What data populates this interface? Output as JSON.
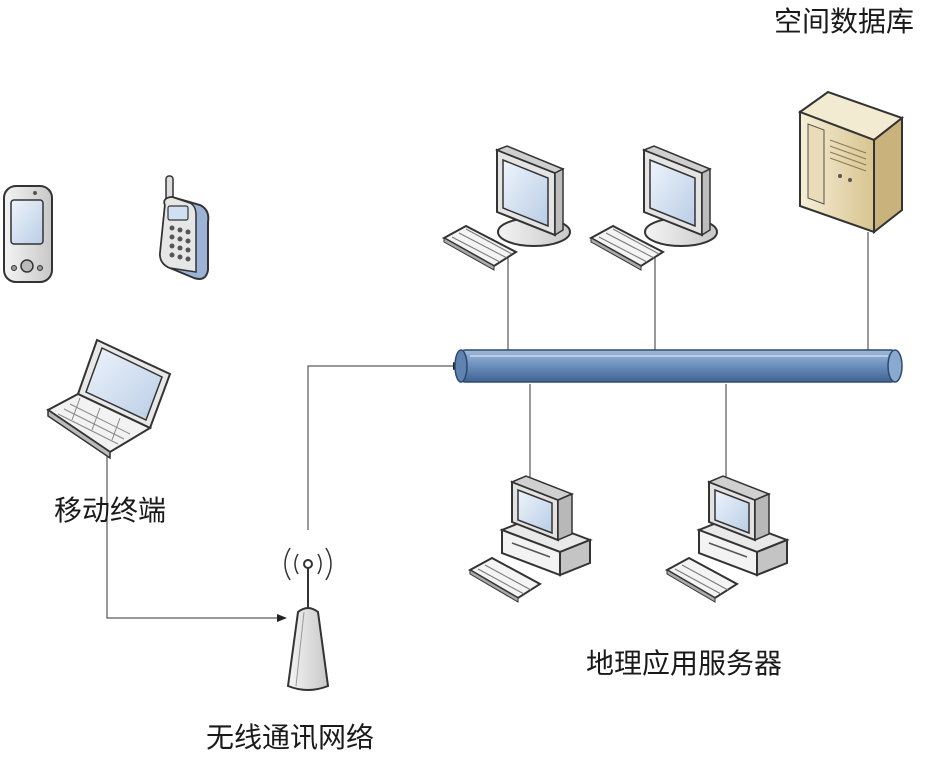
{
  "labels": {
    "spatial_database": "空间数据库",
    "mobile_terminal": "移动终端",
    "wireless_network": "无线通讯网络",
    "geo_app_server": "地理应用服务器"
  },
  "colors": {
    "bus_fill": "#6f93bf",
    "bus_dark": "#3a5b86",
    "server_cabinet": "#e8d9b4",
    "screen": "#d6e3f3",
    "line": "#333333"
  }
}
